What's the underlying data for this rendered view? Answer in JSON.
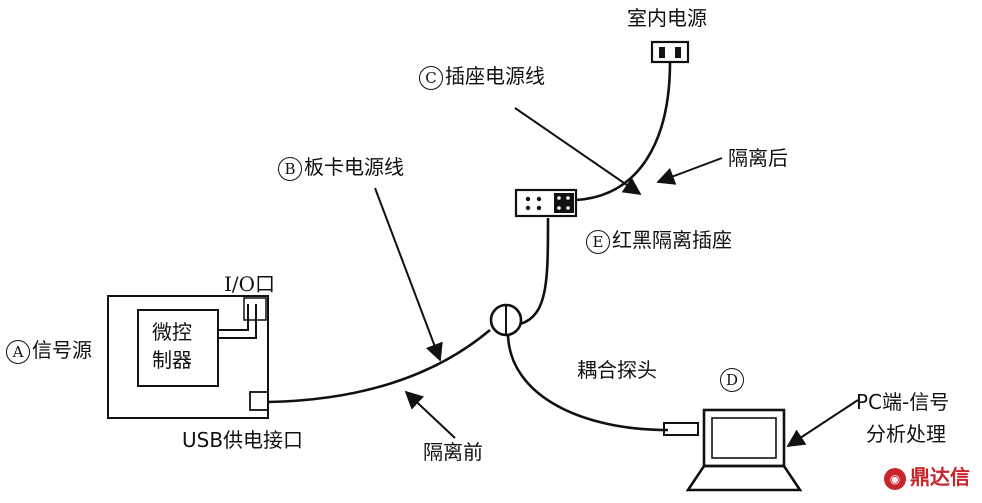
{
  "labels": {
    "indoor_power": "室内电源",
    "socket_cable": "插座电源线",
    "after_isolation": "隔离后",
    "board_cable": "板卡电源线",
    "red_black_socket": "红黑隔离插座",
    "io_port": "I/O口",
    "signal_source": "信号源",
    "mcu_line1": "微控",
    "mcu_line2": "制器",
    "coupling_probe": "耦合探头",
    "usb_port": "USB供电接口",
    "before_isolation": "隔离前",
    "pc_line1": "PC端-信号",
    "pc_line2": "分析处理"
  },
  "markers": {
    "a": "A",
    "b": "B",
    "c": "C",
    "d": "D",
    "e": "E"
  },
  "watermark": "鼎达信"
}
